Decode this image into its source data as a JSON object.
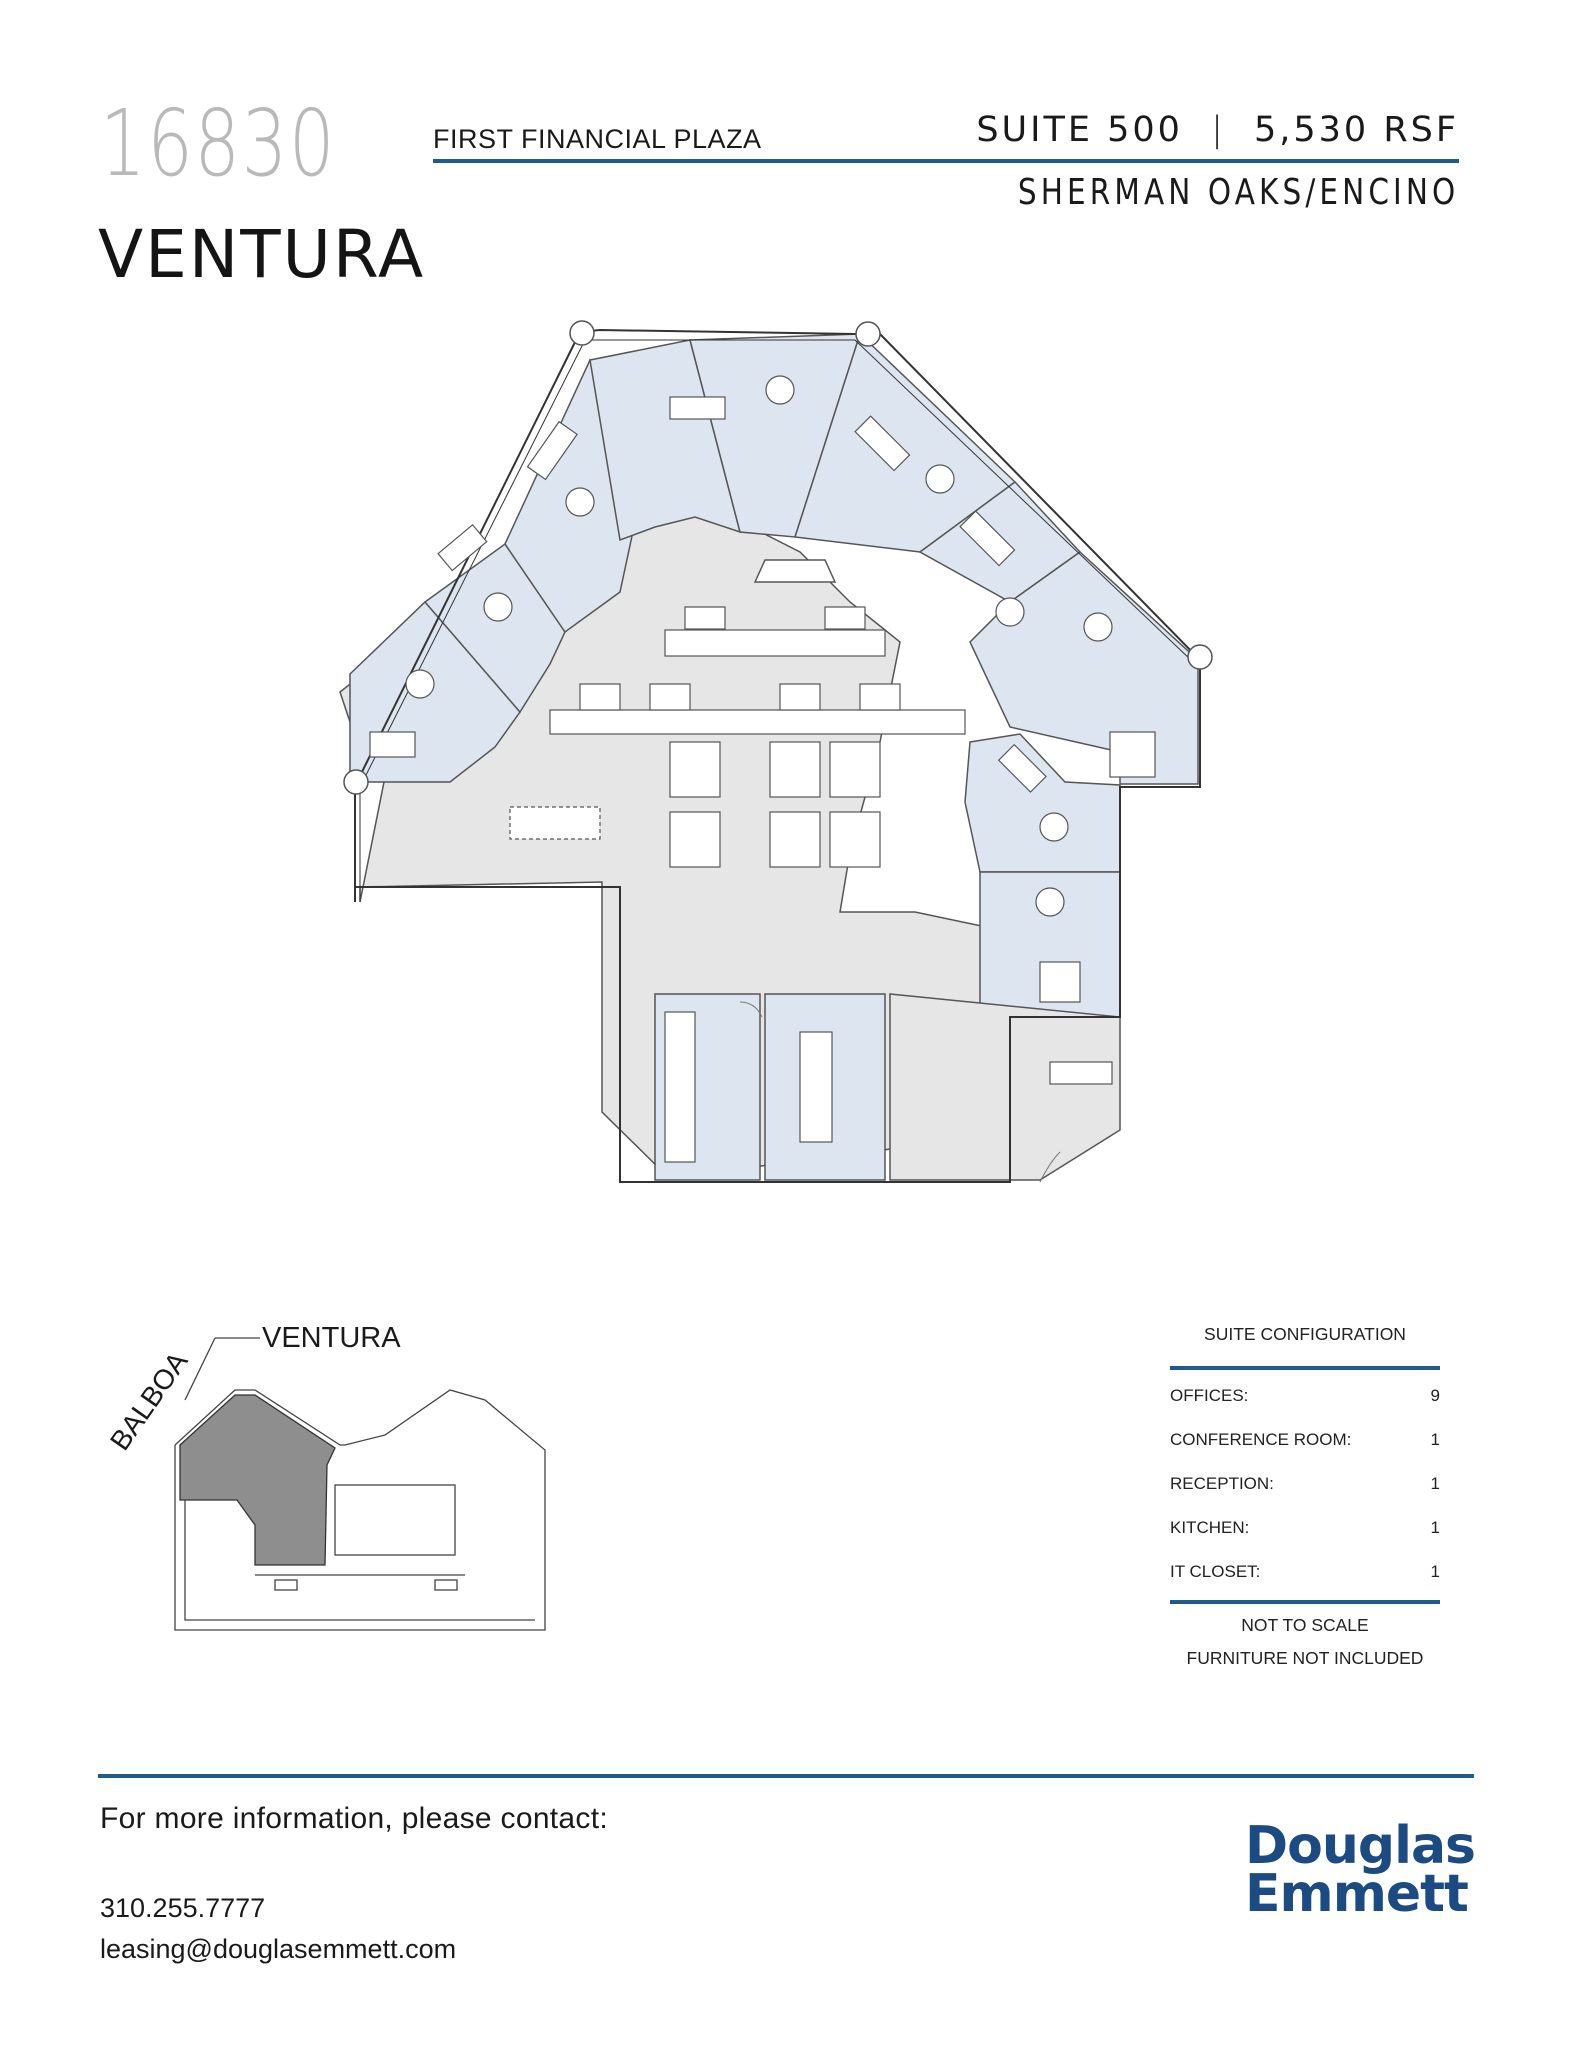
{
  "header": {
    "address_number": "16830",
    "address_street": "VENTURA",
    "building_name": "FIRST FINANCIAL PLAZA",
    "suite": "SUITE 500",
    "separator": "|",
    "rsf": "5,530 RSF",
    "submarket": "SHERMAN OAKS/ENCINO"
  },
  "key_plan": {
    "street_top": "VENTURA",
    "street_side": "BALBOA"
  },
  "suite_configuration": {
    "title": "SUITE CONFIGURATION",
    "rows": [
      {
        "label": "OFFICES:",
        "value": "9"
      },
      {
        "label": "CONFERENCE ROOM:",
        "value": "1"
      },
      {
        "label": "RECEPTION:",
        "value": "1"
      },
      {
        "label": "KITCHEN:",
        "value": "1"
      },
      {
        "label": "IT CLOSET:",
        "value": "1"
      }
    ],
    "note_scale": "NOT TO SCALE",
    "note_furniture": "FURNITURE NOT INCLUDED"
  },
  "footer": {
    "heading": "For more information, please contact:",
    "phone": "310.255.7777",
    "email": "leasing@douglasemmett.com",
    "logo_line1": "Douglas",
    "logo_line2": "Emmett"
  },
  "colors": {
    "accent_blue": "#1f5c8b",
    "logo_blue": "#1b4b82",
    "office_fill": "#dde6f0",
    "common_fill": "#e6e6e6",
    "keyplan_fill": "#8e8e8e"
  }
}
